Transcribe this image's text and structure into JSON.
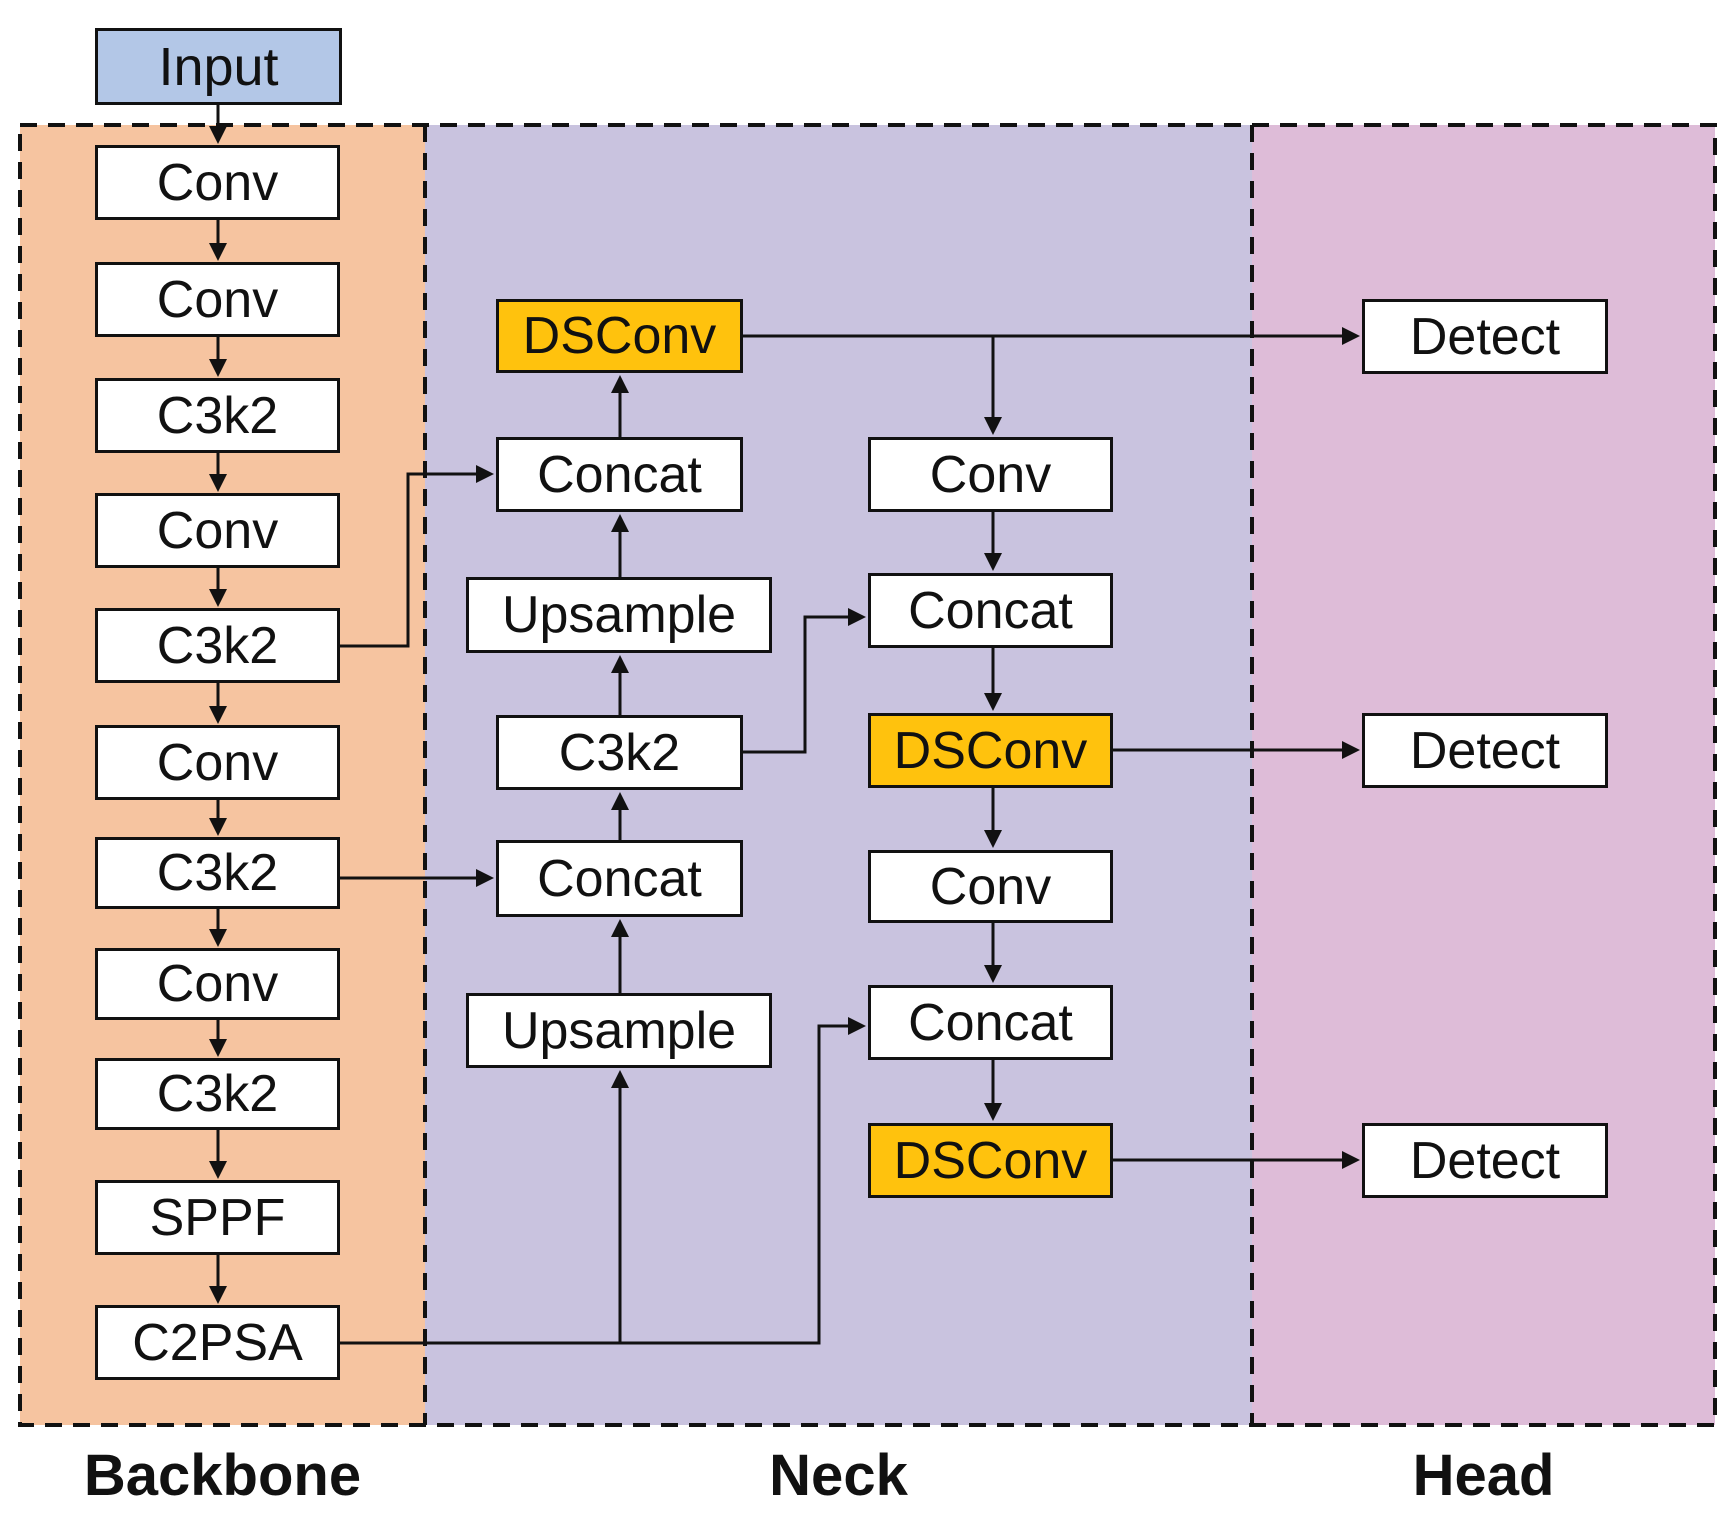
{
  "input_label": "Input",
  "backbone": {
    "label": "Backbone",
    "nodes": [
      "Conv",
      "Conv",
      "C3k2",
      "Conv",
      "C3k2",
      "Conv",
      "C3k2",
      "Conv",
      "C3k2",
      "SPPF",
      "C2PSA"
    ]
  },
  "neck": {
    "label": "Neck",
    "left_nodes": [
      "DSConv",
      "Concat",
      "Upsample",
      "C3k2",
      "Concat",
      "Upsample"
    ],
    "right_nodes": [
      "Conv",
      "Concat",
      "DSConv",
      "Conv",
      "Concat",
      "DSConv"
    ]
  },
  "head": {
    "label": "Head",
    "nodes": [
      "Detect",
      "Detect",
      "Detect"
    ]
  },
  "colors": {
    "backbone-bg": "#f6c4a0",
    "neck-bg": "#c9c3df",
    "head-bg": "#debcd8",
    "node-fill": "#ffffff",
    "highlight-fill": "#ffc20d",
    "input-fill": "#b3c7e7",
    "line": "#111111"
  }
}
